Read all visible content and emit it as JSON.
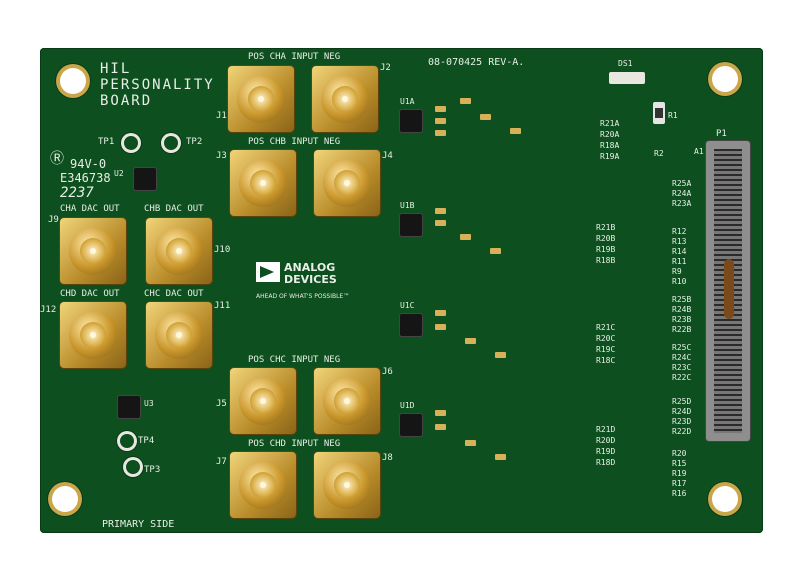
{
  "board": {
    "title_line1": "HIL",
    "title_line2": "PERSONALITY",
    "title_line3": "BOARD",
    "part_number": "08-070425 REV-A.",
    "rating": "94V-0",
    "cert": "E346738",
    "date_code": "2237",
    "primary_side": "PRIMARY SIDE",
    "ul_mark": "Ⓡ"
  },
  "connectors": {
    "j1": "J1",
    "j2": "J2",
    "j3": "J3",
    "j4": "J4",
    "j5": "J5",
    "j6": "J6",
    "j7": "J7",
    "j8": "J8",
    "j9": "J9",
    "j10": "J10",
    "j11": "J11",
    "j12": "J12",
    "p1": "P1",
    "a1": "A1",
    "ds1": "DS1",
    "r1": "R1",
    "r2": "R2"
  },
  "channel_labels": {
    "cha_input": "POS CHA INPUT NEG",
    "chb_input": "POS CHB INPUT NEG",
    "chc_input": "POS CHC INPUT NEG",
    "chd_input": "POS CHD INPUT NEG",
    "cha_dac": "CHA DAC OUT",
    "chb_dac": "CHB DAC OUT",
    "chd_dac": "CHD DAC OUT",
    "chc_dac": "CHC DAC OUT"
  },
  "ics": {
    "u1a": "U1A",
    "u1b": "U1B",
    "u1c": "U1C",
    "u1d": "U1D",
    "u2": "U2",
    "u3": "U3"
  },
  "test_points": {
    "tp1": "TP1",
    "tp2": "TP2",
    "tp3": "TP3",
    "tp4": "TP4"
  },
  "logo": {
    "name_line1": "ANALOG",
    "name_line2": "DEVICES",
    "tagline": "AHEAD OF WHAT'S POSSIBLE™"
  },
  "resistors_a": [
    "R21A",
    "R20A",
    "R18A",
    "R19A"
  ],
  "resistors_b": [
    "R21B",
    "R20B",
    "R19B",
    "R18B"
  ],
  "resistors_c": [
    "R21C",
    "R20C",
    "R19C",
    "R18C"
  ],
  "resistors_d": [
    "R21D",
    "R20D",
    "R19D",
    "R18D"
  ],
  "right_col_1": [
    "R25A",
    "R24A",
    "R23A",
    "R12",
    "R13",
    "R14",
    "R11",
    "R9",
    "R10"
  ],
  "right_col_2": [
    "R25B",
    "R24B",
    "R23B",
    "R22B",
    "R25C",
    "R24C",
    "R23C",
    "R22C"
  ],
  "right_col_3": [
    "R25D",
    "R24D",
    "R23D",
    "R22D",
    "R20",
    "R15",
    "R19",
    "R17",
    "R16"
  ],
  "colors": {
    "pcb": "#0d4f1e",
    "silkscreen": "#e8efe6",
    "gold": "#c9962b"
  }
}
